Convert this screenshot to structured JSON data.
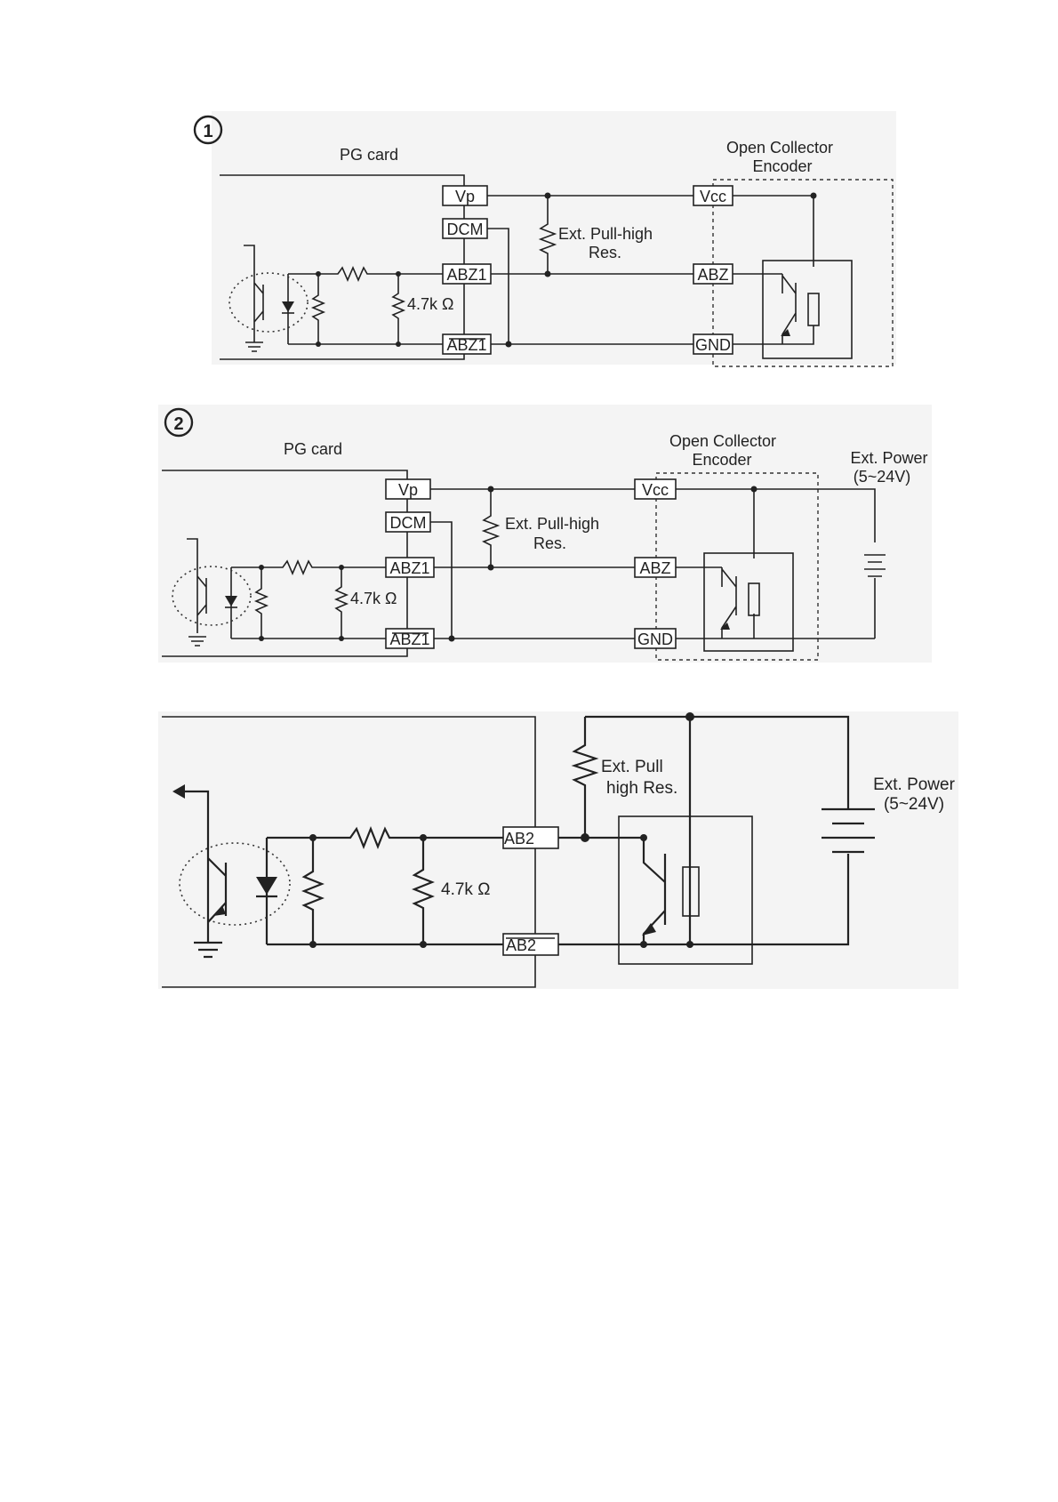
{
  "diagram1": {
    "number": "1",
    "pg_card": "PG card",
    "encoder_line1": "Open  Collector",
    "encoder_line2": "Encoder",
    "pins": {
      "vp": "Vp",
      "dcm": "DCM",
      "abz1": "ABZ1",
      "abz1_bar": "ABZ1",
      "vcc": "Vcc",
      "abz": "ABZ",
      "gnd": "GND"
    },
    "pullhigh_line1": "Ext. Pull-high",
    "pullhigh_line2": "Res.",
    "resistor": "4.7k Ω"
  },
  "diagram2": {
    "number": "2",
    "pg_card": "PG card",
    "encoder_line1": "Open Collector",
    "encoder_line2": "Encoder",
    "power_line1": "Ext. Power",
    "power_line2": "(5~24V)",
    "pins": {
      "vp": "Vp",
      "dcm": "DCM",
      "abz1": "ABZ1",
      "abz1_bar": "ABZ1",
      "vcc": "Vcc",
      "abz": "ABZ",
      "gnd": "GND"
    },
    "pullhigh_line1": "Ext. Pull-high",
    "pullhigh_line2": "Res.",
    "resistor": "4.7k Ω"
  },
  "diagram3": {
    "pins": {
      "ab2": "AB2",
      "ab2_bar": "AB2"
    },
    "pullhigh_line1": "Ext. Pull",
    "pullhigh_line2": "high Res.",
    "power_line1": "Ext. Power",
    "power_line2": "(5~24V)",
    "resistor": "4.7k  Ω"
  }
}
